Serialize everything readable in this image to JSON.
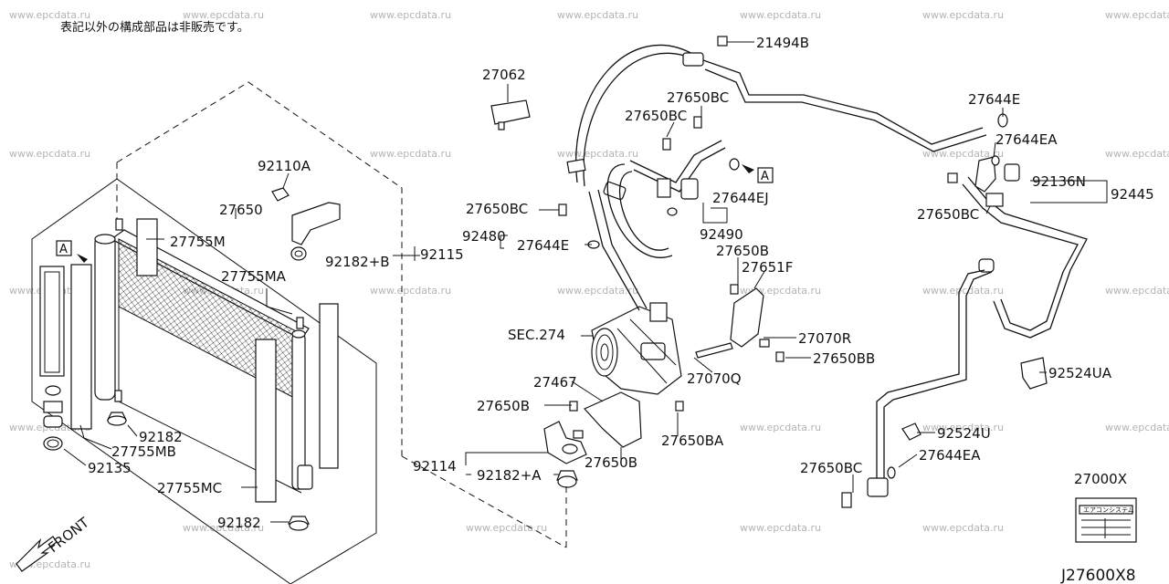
{
  "note": "表記以外の構成部品は非販売です。",
  "diagram_code": "J27600X8",
  "front_label": "FRONT",
  "ref_marker": "A",
  "watermark": "www.epcdata.ru",
  "sticker_text": "エアコンシステム",
  "labels": {
    "p21494b": "21494B",
    "p27062": "27062",
    "p27650bc_a": "27650BC",
    "p27650bc_b": "27650BC",
    "p27644e_top": "27644E",
    "p27644ea_top": "27644EA",
    "p92110a": "92110A",
    "p27650_cond": "27650",
    "p27755m": "27755M",
    "p27650bc_c": "27650BC",
    "p92480": "92480",
    "p27644e_mid": "27644E",
    "p92182b": "92182+B",
    "p92115": "92115",
    "p27644ej": "27644EJ",
    "p92490": "92490",
    "p27650b_top": "27650B",
    "p92136n": "92136N",
    "p92445": "92445",
    "p27650bc_d": "27650BC",
    "p27651f": "27651F",
    "p27755ma": "27755MA",
    "sec274": "SEC.274",
    "p27070r": "27070R",
    "p27650bb": "27650BB",
    "p27070q": "27070Q",
    "p92524ua": "92524UA",
    "p27467": "27467",
    "p27650b_left": "27650B",
    "p92182": "92182",
    "p27755mb": "27755MB",
    "p92135": "92135",
    "p27650ba": "27650BA",
    "p92524u": "92524U",
    "p27644ea_bot": "27644EA",
    "p92114": "92114",
    "p92182a": "92182+A",
    "p27650b_bot": "27650B",
    "p27650bc_e": "27650BC",
    "p27000x": "27000X",
    "p27755mc": "27755MC",
    "p92182_bot": "92182"
  }
}
